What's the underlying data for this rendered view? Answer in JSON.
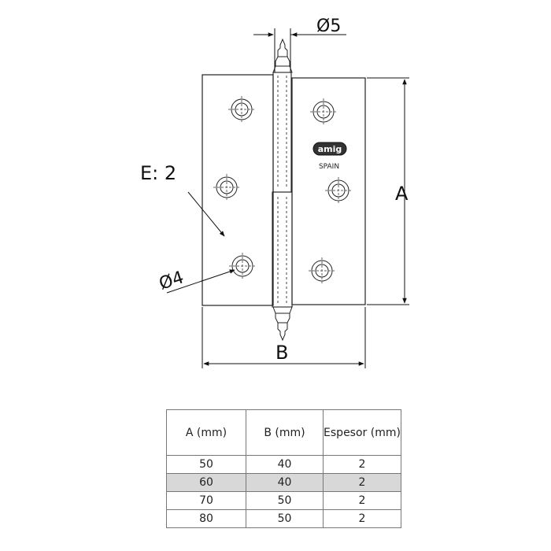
{
  "diagram": {
    "labels": {
      "diameter_pin": "Ø5",
      "height": "A",
      "width": "B",
      "thickness": "E: 2",
      "diameter_hole": "Ø4"
    },
    "brand": {
      "logo": "amig",
      "country": "SPAIN"
    }
  },
  "table": {
    "headers": [
      "A (mm)",
      "B (mm)",
      "Espesor (mm)"
    ],
    "rows": [
      [
        "50",
        "40",
        "2"
      ],
      [
        "60",
        "40",
        "2"
      ],
      [
        "70",
        "50",
        "2"
      ],
      [
        "80",
        "50",
        "2"
      ]
    ],
    "highlight_row": 1
  }
}
